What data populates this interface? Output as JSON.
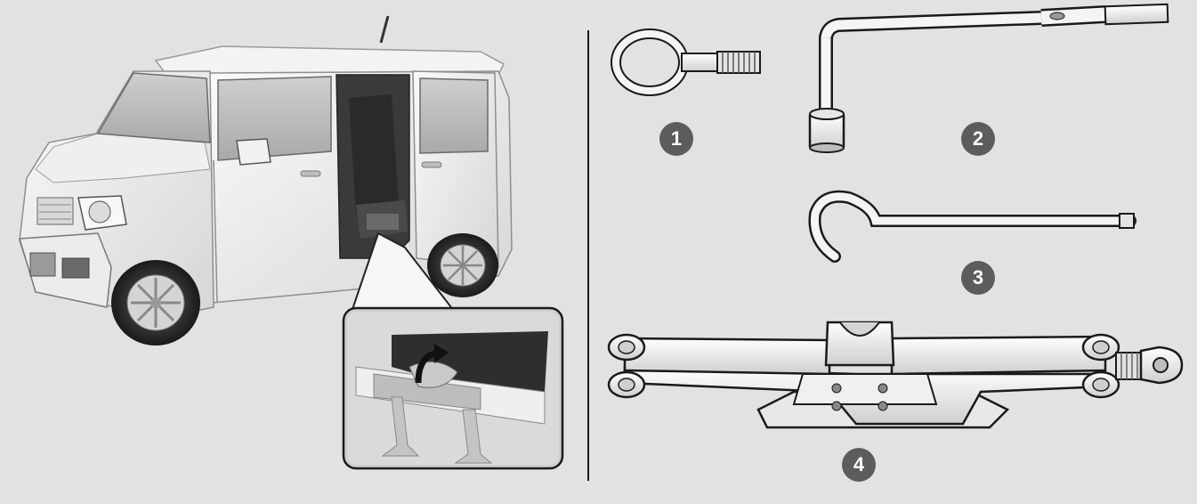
{
  "callouts": [
    {
      "label": "1",
      "item": "towing-hook"
    },
    {
      "label": "2",
      "item": "wheel-nut-wrench"
    },
    {
      "label": "3",
      "item": "jack-handle-bar"
    },
    {
      "label": "4",
      "item": "jack"
    }
  ],
  "colors": {
    "background": "#e2e2e2",
    "badge": "#5c5c5c",
    "outline": "#1a1a1a",
    "part_fill": "#f4f4f4"
  }
}
